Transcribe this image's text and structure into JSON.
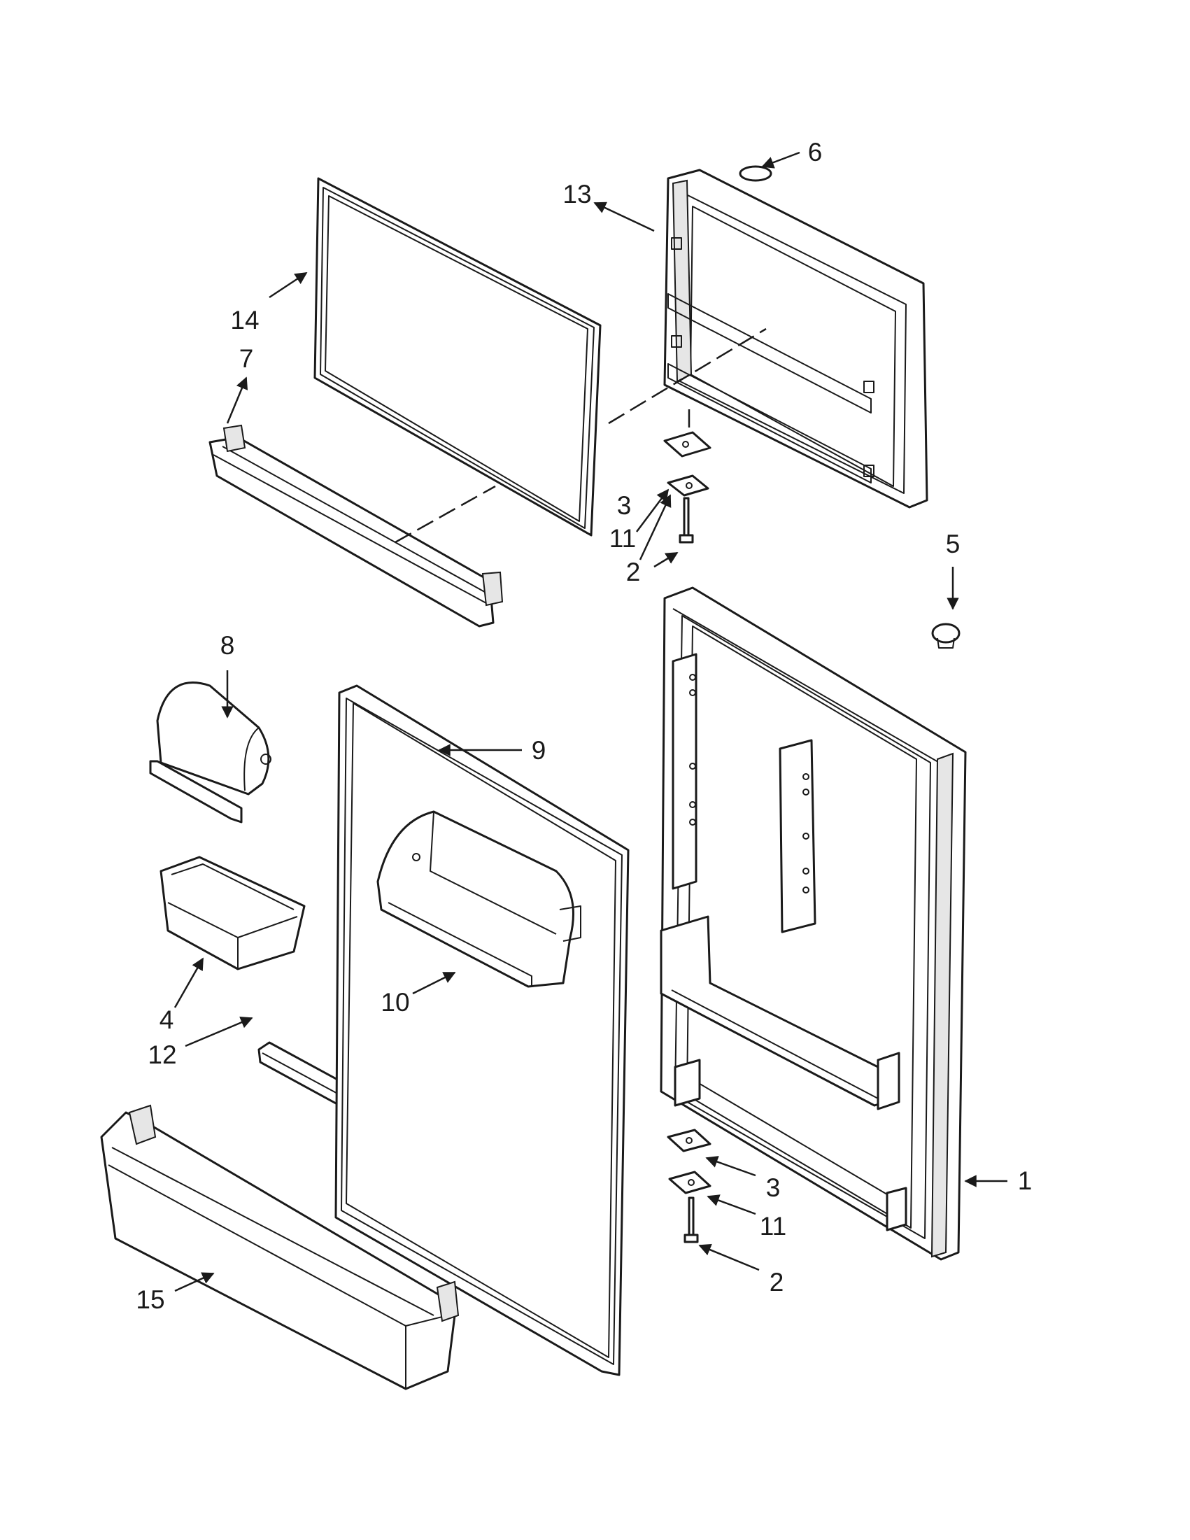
{
  "callouts": {
    "door_shell_label": "1",
    "screw_top_label": "2",
    "screw_bottom_label": "2",
    "hinge_top_label": "3",
    "hinge_bottom_label": "3",
    "bin_small_label": "4",
    "plug_label": "5",
    "cap_label": "6",
    "shelf_front_label": "7",
    "dairy_door_label": "8",
    "gasket_fresh_label": "9",
    "dairy_bin_label": "10",
    "shim_top_label": "11",
    "shim_bottom_label": "11",
    "trim_strip_label": "12",
    "freezer_door_label": "13",
    "gasket_freezer_label": "14",
    "door_bin_label": "15"
  }
}
